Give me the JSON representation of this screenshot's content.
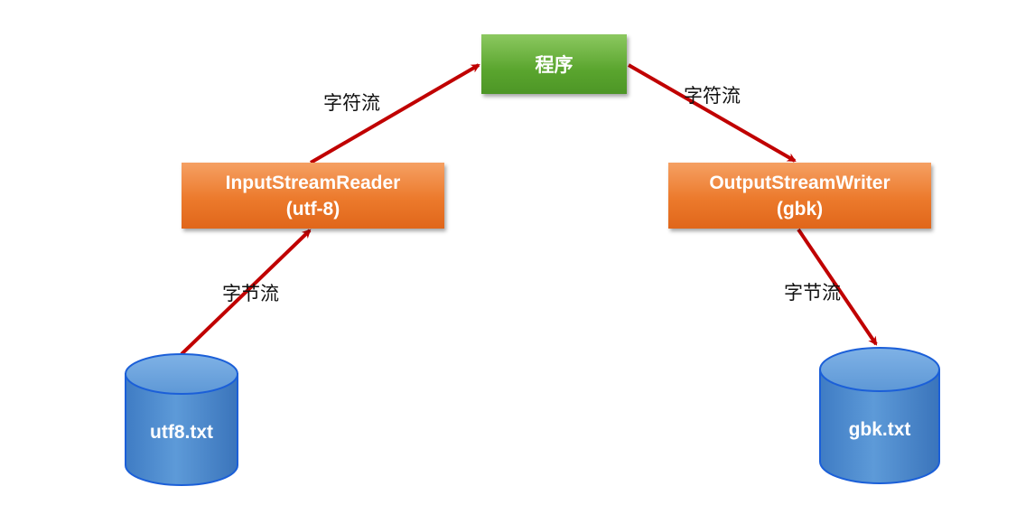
{
  "nodes": {
    "program": {
      "label": "程序"
    },
    "input_reader": {
      "line1": "InputStreamReader",
      "line2": "(utf-8)"
    },
    "output_writer": {
      "line1": "OutputStreamWriter",
      "line2": "(gbk)"
    },
    "source_file": {
      "label": "utf8.txt"
    },
    "target_file": {
      "label": "gbk.txt"
    }
  },
  "edges": {
    "reader_to_program": "字符流",
    "program_to_writer": "字符流",
    "file_to_reader": "字节流",
    "writer_to_file": "字节流"
  },
  "colors": {
    "program_box": "#6ab23a",
    "stream_box": "#ec7a2c",
    "cylinder": "#4a88cf",
    "arrow": "#c00000"
  }
}
